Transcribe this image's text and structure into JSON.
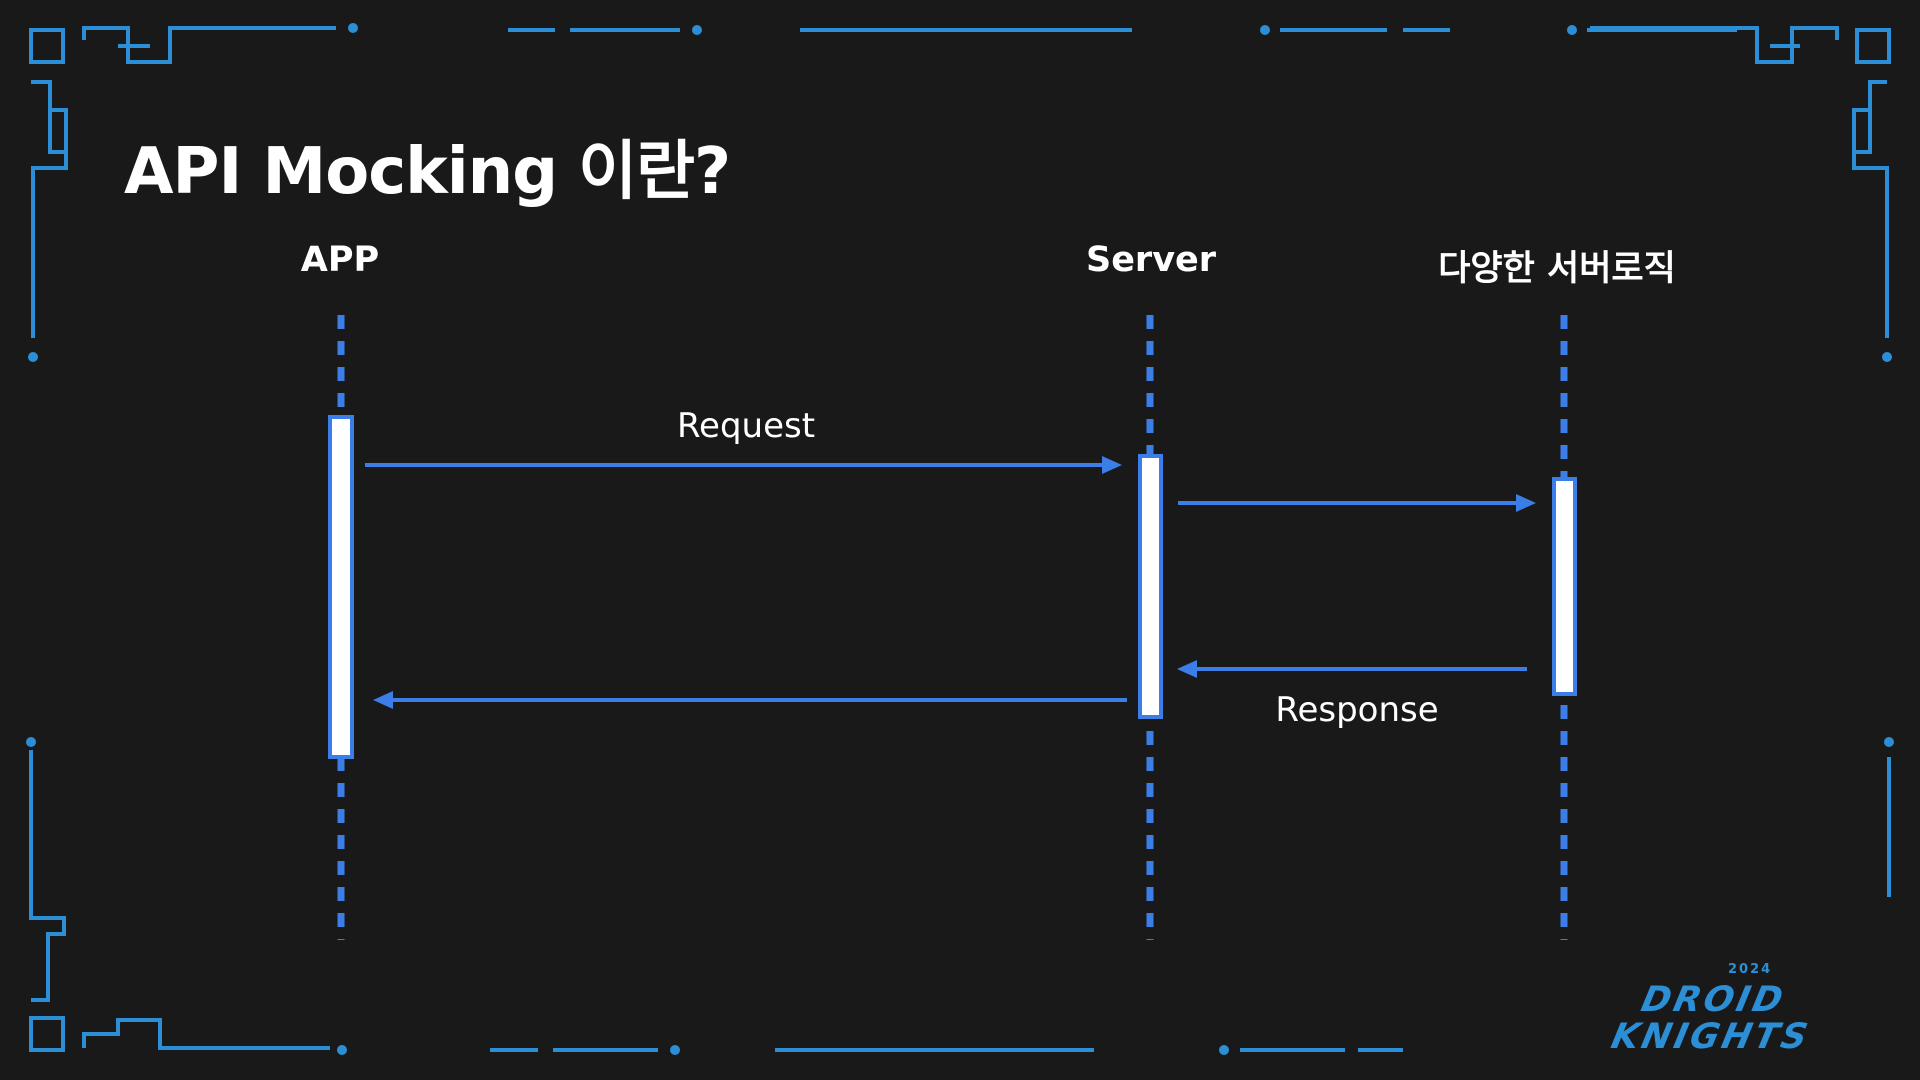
{
  "slide": {
    "title": "API Mocking 이란?"
  },
  "participants": [
    {
      "id": "app",
      "label": "APP"
    },
    {
      "id": "server",
      "label": "Server"
    },
    {
      "id": "logic",
      "label": "다양한 서버로직"
    }
  ],
  "messages": [
    {
      "from": "APP",
      "to": "Server",
      "label": "Request"
    },
    {
      "from": "Server",
      "to": "다양한 서버로직",
      "label": ""
    },
    {
      "from": "다양한 서버로직",
      "to": "Server",
      "label": "Response"
    },
    {
      "from": "Server",
      "to": "APP",
      "label": ""
    }
  ],
  "logo": {
    "year": "2024",
    "line1": "DROID",
    "line2": "KNIGHTS"
  },
  "colors": {
    "background": "#19191a",
    "frame": "#2c8fd6",
    "lifeline": "#3b7ee8",
    "activation_fill": "#ffffff",
    "text": "#ffffff"
  }
}
